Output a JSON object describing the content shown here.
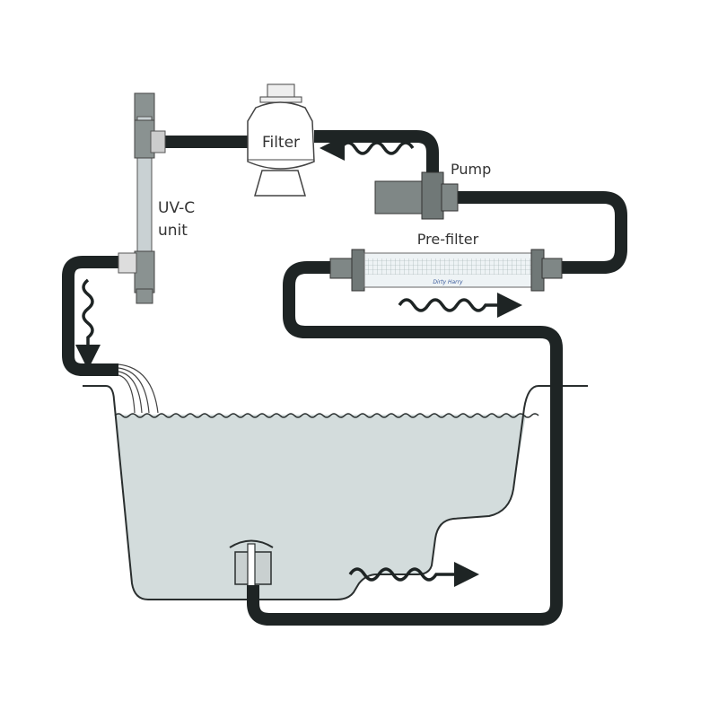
{
  "title": "Pond filtration circuit",
  "labels": {
    "filter": "Filter",
    "pump": "Pump",
    "uvc_line1": "UV-C",
    "uvc_line2": "unit",
    "prefilter": "Pre-filter",
    "prefilter_brand": "Dirty Harry"
  },
  "colors": {
    "pipe": "#1e2424",
    "water": "#d3dcdc",
    "fitting": "#7f8786",
    "uv_tube": "#c9d1d3"
  }
}
